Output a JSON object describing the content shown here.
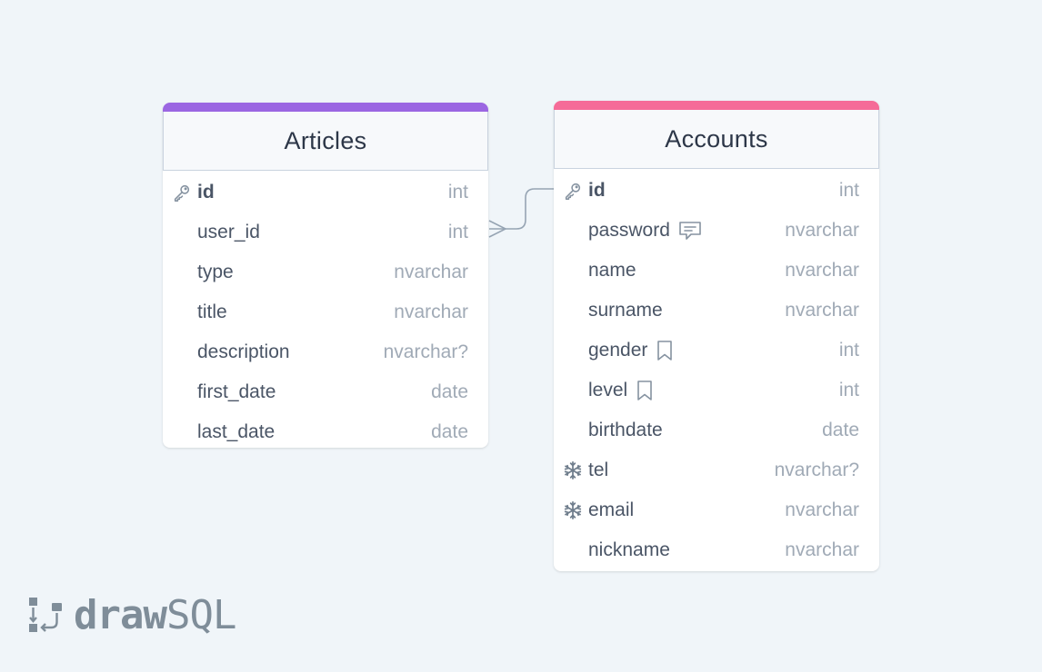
{
  "articles": {
    "title": "Articles",
    "color": "#9b66e2",
    "rows": [
      {
        "name": "id",
        "type": "int",
        "icon": "key-icon"
      },
      {
        "name": "user_id",
        "type": "int"
      },
      {
        "name": "type",
        "type": "nvarchar"
      },
      {
        "name": "title",
        "type": "nvarchar"
      },
      {
        "name": "description",
        "type": "nvarchar?"
      },
      {
        "name": "first_date",
        "type": "date"
      },
      {
        "name": "last_date",
        "type": "date"
      }
    ]
  },
  "accounts": {
    "title": "Accounts",
    "color": "#f56b98",
    "rows": [
      {
        "name": "id",
        "type": "int",
        "icon": "key-icon"
      },
      {
        "name": "password",
        "type": "nvarchar",
        "inline_icon": "comment-icon"
      },
      {
        "name": "name",
        "type": "nvarchar"
      },
      {
        "name": "surname",
        "type": "nvarchar"
      },
      {
        "name": "gender",
        "type": "int",
        "inline_icon": "bookmark-icon"
      },
      {
        "name": "level",
        "type": "int",
        "inline_icon": "bookmark-icon"
      },
      {
        "name": "birthdate",
        "type": "date"
      },
      {
        "name": "tel",
        "type": "nvarchar?",
        "icon": "snowflake-icon"
      },
      {
        "name": "email",
        "type": "nvarchar",
        "icon": "snowflake-icon"
      },
      {
        "name": "nickname",
        "type": "nvarchar"
      }
    ]
  },
  "relation": {
    "from": "articles.user_id",
    "to": "accounts.id",
    "cardinality": "many-to-one"
  },
  "logo": {
    "part1": "draw",
    "part2": "SQL"
  }
}
